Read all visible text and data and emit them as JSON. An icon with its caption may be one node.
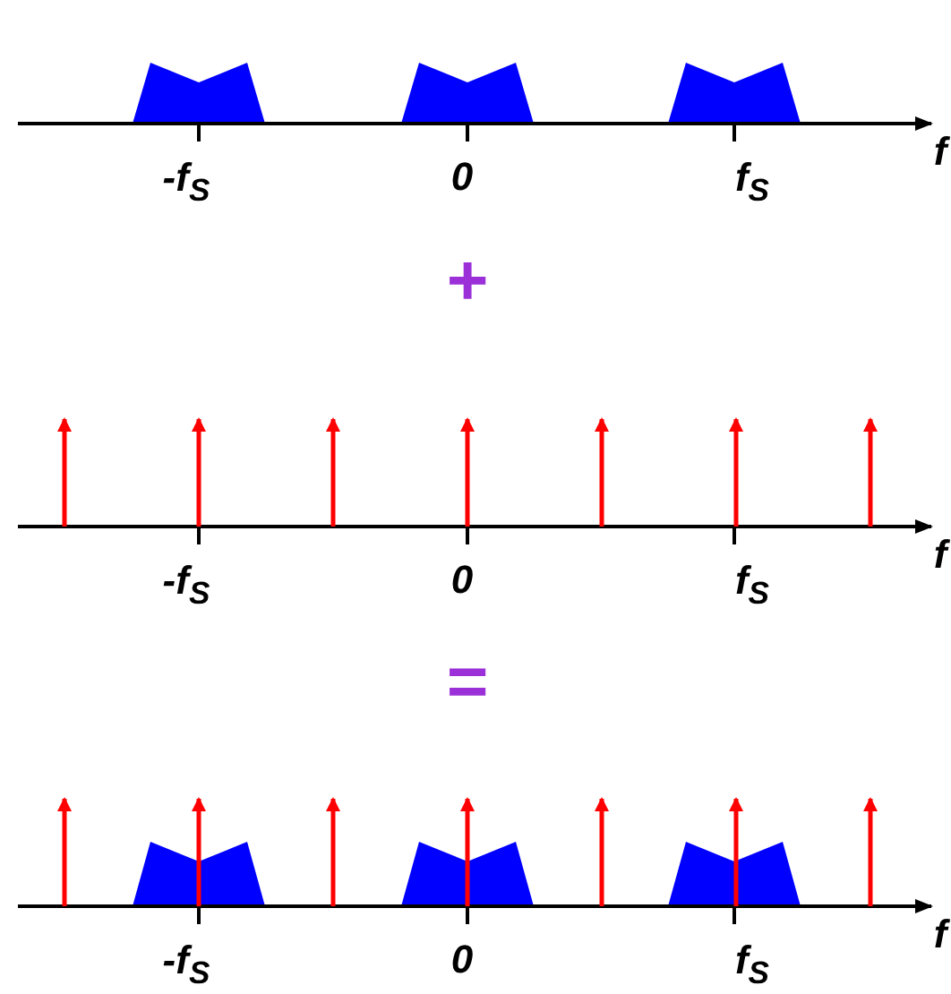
{
  "diagram": {
    "labels": [
      "-f$_{S}$",
      "0",
      "f$_{S}$",
      "f",
      "+",
      "-f$_{S}$",
      "0",
      "f$_{S}$",
      "f",
      "=",
      "-f$_{S}$",
      "0",
      "f$_{S}$",
      "f"
    ]
  }
}
